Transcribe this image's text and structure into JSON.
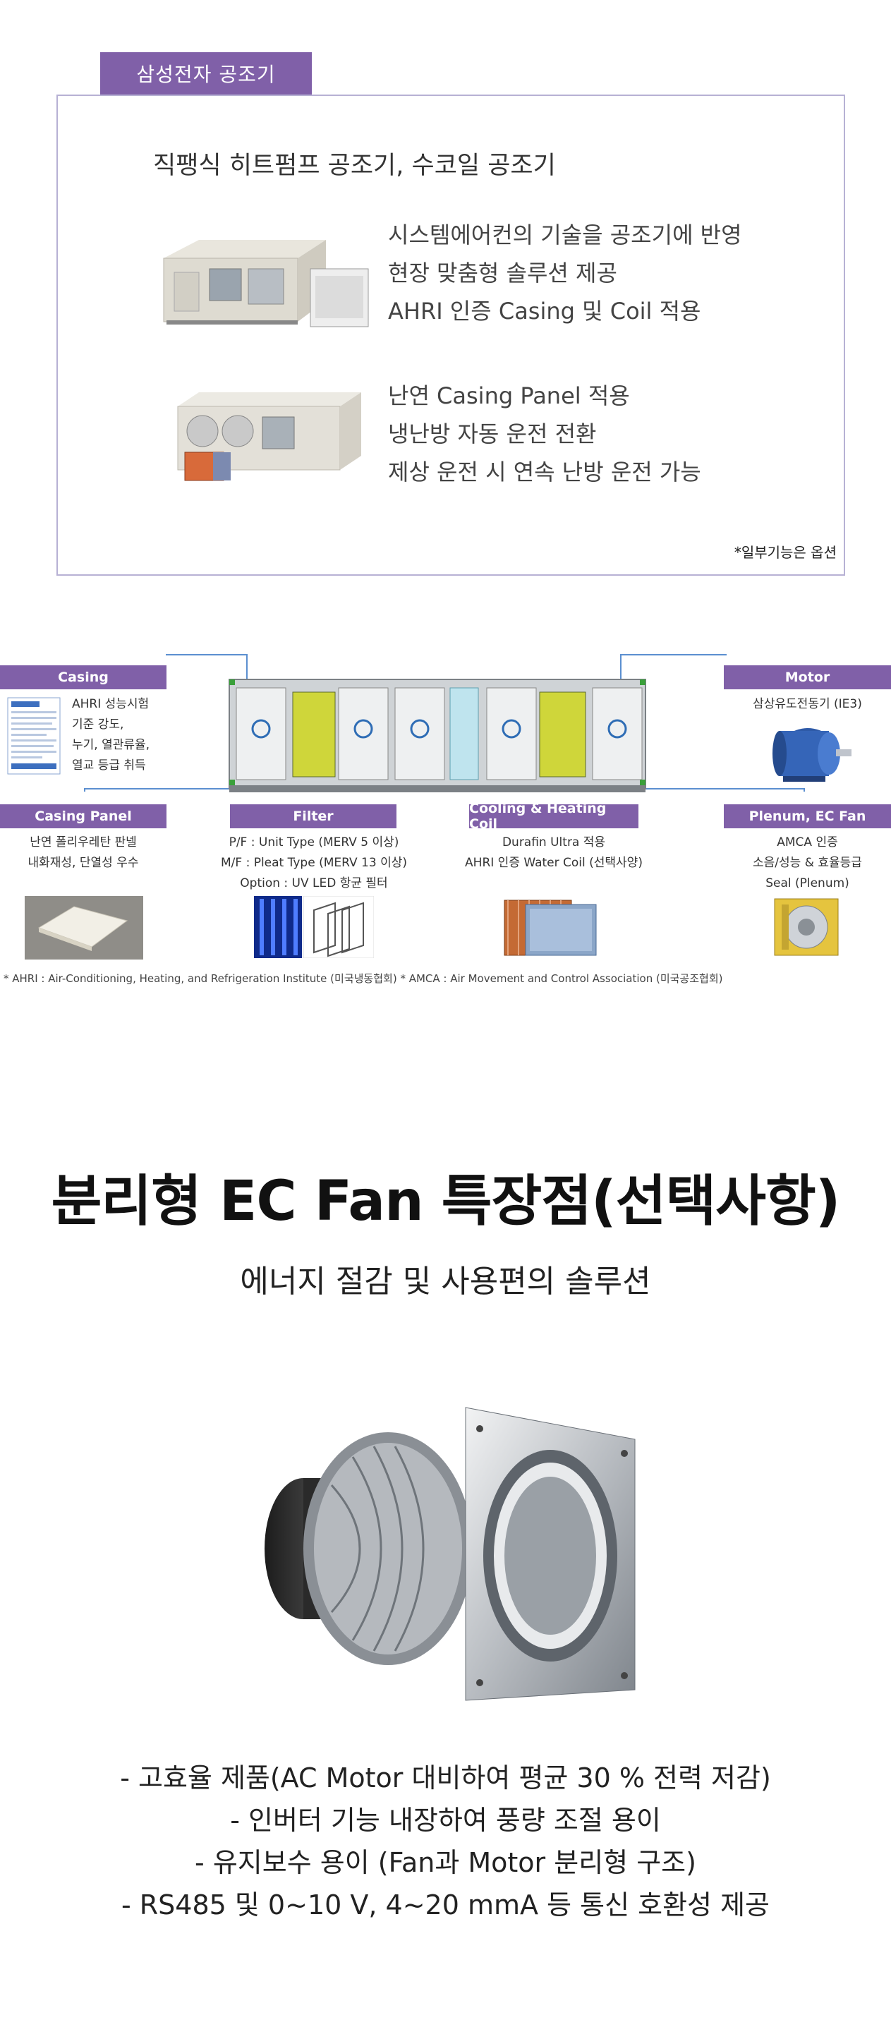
{
  "section1": {
    "tag": "삼성전자 공조기",
    "title": "직팽식 히트펌프 공조기, 수코일 공조기",
    "group1": [
      "시스템에어컨의 기술을 공조기에 반영",
      "현장 맞춤형 솔루션 제공",
      "AHRI 인증 Casing 및 Coil 적용"
    ],
    "group2": [
      "난연 Casing Panel 적용",
      "냉난방 자동 운전 전환",
      "제상 운전 시 연속 난방 운전 가능"
    ],
    "note": "*일부기능은 옵션"
  },
  "section2": {
    "casing": {
      "label": "Casing",
      "desc": [
        "AHRI 성능시험",
        "기준 강도,",
        "누기, 열관류율,",
        "열교 등급 취득"
      ]
    },
    "motor": {
      "label": "Motor",
      "desc": [
        "삼상유도전동기 (IE3)"
      ]
    },
    "panel": {
      "label": "Casing Panel",
      "desc": [
        "난연 폴리우레탄 판넬",
        "내화재성, 단열성 우수"
      ]
    },
    "filter": {
      "label": "Filter",
      "desc": [
        "P/F : Unit Type (MERV 5 이상)",
        "M/F : Pleat Type (MERV 13 이상)",
        "Option : UV LED 항균 필터"
      ]
    },
    "coil": {
      "label": "Cooling & Heating Coil",
      "desc": [
        "Durafin Ultra 적용",
        "AHRI 인증 Water Coil (선택사양)"
      ]
    },
    "fan": {
      "label": "Plenum, EC Fan",
      "desc": [
        "AMCA 인증",
        "소음/성능 & 효율등급",
        "Seal (Plenum)"
      ]
    },
    "footnote": "* AHRI : Air-Conditioning, Heating, and Refrigeration Institute (미국냉동협회)   * AMCA : Air Movement and Control Association (미국공조협회)"
  },
  "section3": {
    "title": "분리형 EC Fan 특장점(선택사항)",
    "subtitle": "에너지 절감 및 사용편의 솔루션",
    "bullets": [
      "- 고효율 제품(AC Motor 대비하여 평균 30 % 전력 저감)",
      "- 인버터 기능 내장하여 풍량 조절 용이",
      "- 유지보수 용이 (Fan과 Motor 분리형 구조)",
      "- RS485 및 0~10 V, 4~20 mmA 등 통신 호환성 제공"
    ]
  },
  "colors": {
    "accent": "#8060a8",
    "border": "#b7b1d4",
    "line": "#5b8fd0"
  }
}
